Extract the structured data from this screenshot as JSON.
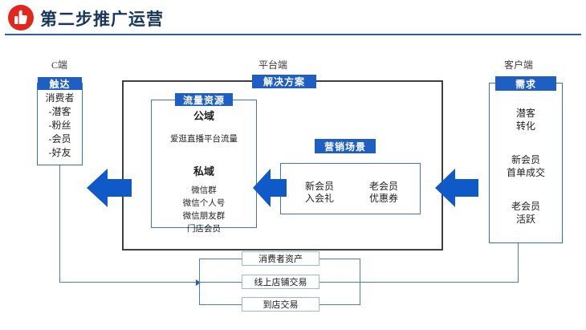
{
  "header": {
    "title": "第二步推广运营",
    "icon": "thumbs-up-icon",
    "badge_color": "#E1261C",
    "title_color": "#17365D",
    "rule_color": "#2E5FA3"
  },
  "theme": {
    "tag_blue": "#1F5FC4",
    "arrow_blue": "#1059C8",
    "box_blue": "#2E6FD0",
    "inner_blue": "#4472C4",
    "frame_gray": "#3F3F3F",
    "line_blue": "#4A7EBB"
  },
  "columns": {
    "left": {
      "caption": "C端",
      "tag": "触达",
      "items": [
        "消费者",
        "-潜客",
        "-粉丝",
        "-会员",
        "-好友"
      ]
    },
    "center": {
      "caption": "平台端",
      "tag": "解决方案",
      "traffic": {
        "tag": "流量资源",
        "public_label": "公域",
        "public_items": [
          "爱逛直播平台流量"
        ],
        "private_label": "私域",
        "private_items": [
          "微信群",
          "微信个人号",
          "微信朋友群",
          "门店会员"
        ]
      },
      "scenario": {
        "tag": "营销场景",
        "items": [
          {
            "line1": "新会员",
            "line2": "入会礼"
          },
          {
            "line1": "老会员",
            "line2": "优惠券"
          }
        ]
      }
    },
    "right": {
      "caption": "客户端",
      "tag": "需求",
      "groups": [
        {
          "line1": "潜客",
          "line2": "转化"
        },
        {
          "line1": "新会员",
          "line2": "首单成交"
        },
        {
          "line1": "老会员",
          "line2": "活跃"
        }
      ]
    }
  },
  "bottom_boxes": [
    {
      "label": "消费者资产"
    },
    {
      "label": "线上店铺交易"
    },
    {
      "label": "到店交易"
    }
  ],
  "arrows": [
    {
      "name": "arrow-center-to-left",
      "direction": "left"
    },
    {
      "name": "arrow-scenario-to-traffic",
      "direction": "left"
    },
    {
      "name": "arrow-right-to-center",
      "direction": "left"
    }
  ]
}
